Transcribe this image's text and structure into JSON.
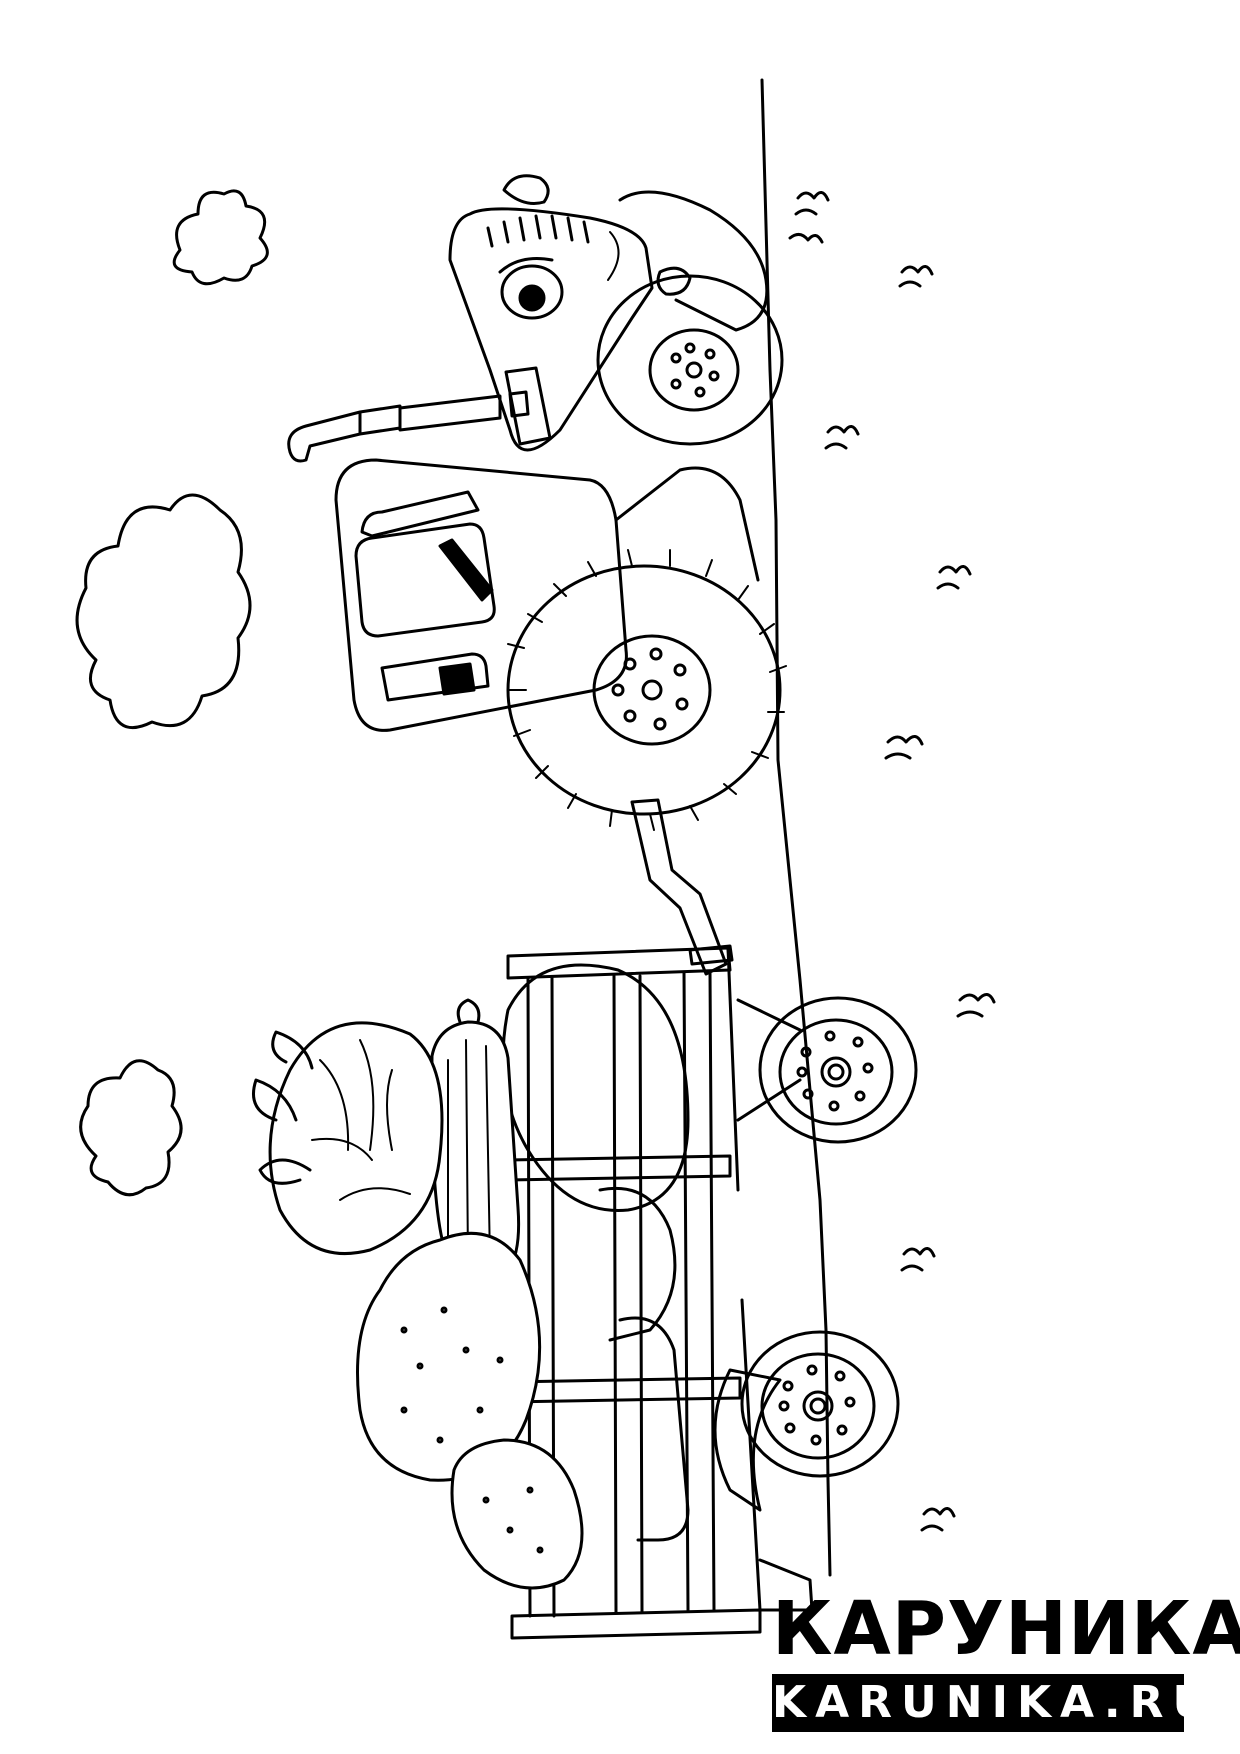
{
  "image": {
    "kind": "coloring page",
    "subject": "tractor pulling a trailer of vegetables"
  },
  "brand": {
    "title": "КАРУНИКА",
    "url": "KARUNIKA.RU"
  },
  "colors": {
    "ink": "#000000",
    "paper": "#ffffff"
  }
}
